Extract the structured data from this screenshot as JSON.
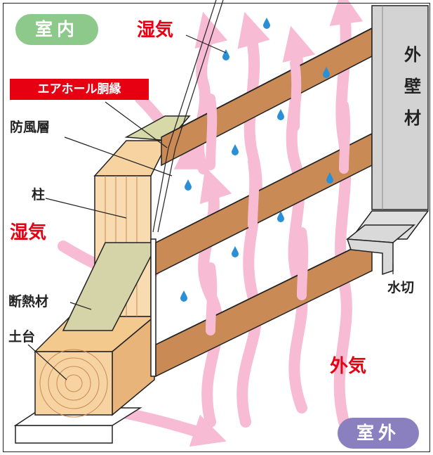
{
  "labels": {
    "indoor": "室内",
    "outdoor": "室外",
    "air_hole_furring": "エアホール胴縁",
    "windproof_layer": "防風層",
    "pillar": "柱",
    "insulation": "断熱材",
    "sill": "土台",
    "moisture_top": "湿気",
    "moisture_left": "湿気",
    "outside_air": "外気",
    "water_drip": "水切",
    "exterior_wall": [
      "外",
      "壁",
      "材"
    ]
  },
  "colors": {
    "moisture_red": "#e60012",
    "airflow_pink": "#f7bcd3",
    "wood": "#c98a55",
    "insulation": "#d4d4a8",
    "wall_gray": "#d3d3d3",
    "indoor_pill": "#8cc98a",
    "outdoor_pill": "#8a80c0",
    "droplet": "#2b8fd6"
  }
}
